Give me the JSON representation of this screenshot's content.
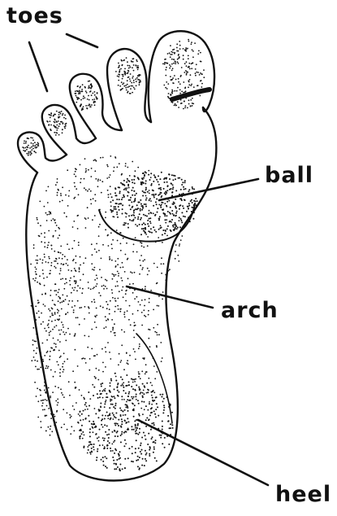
{
  "diagram": {
    "labels": {
      "toes": "toes",
      "ball": "ball",
      "arch": "arch",
      "heel": "heel"
    }
  },
  "colors": {
    "ink": "#111111",
    "paper": "#ffffff"
  }
}
